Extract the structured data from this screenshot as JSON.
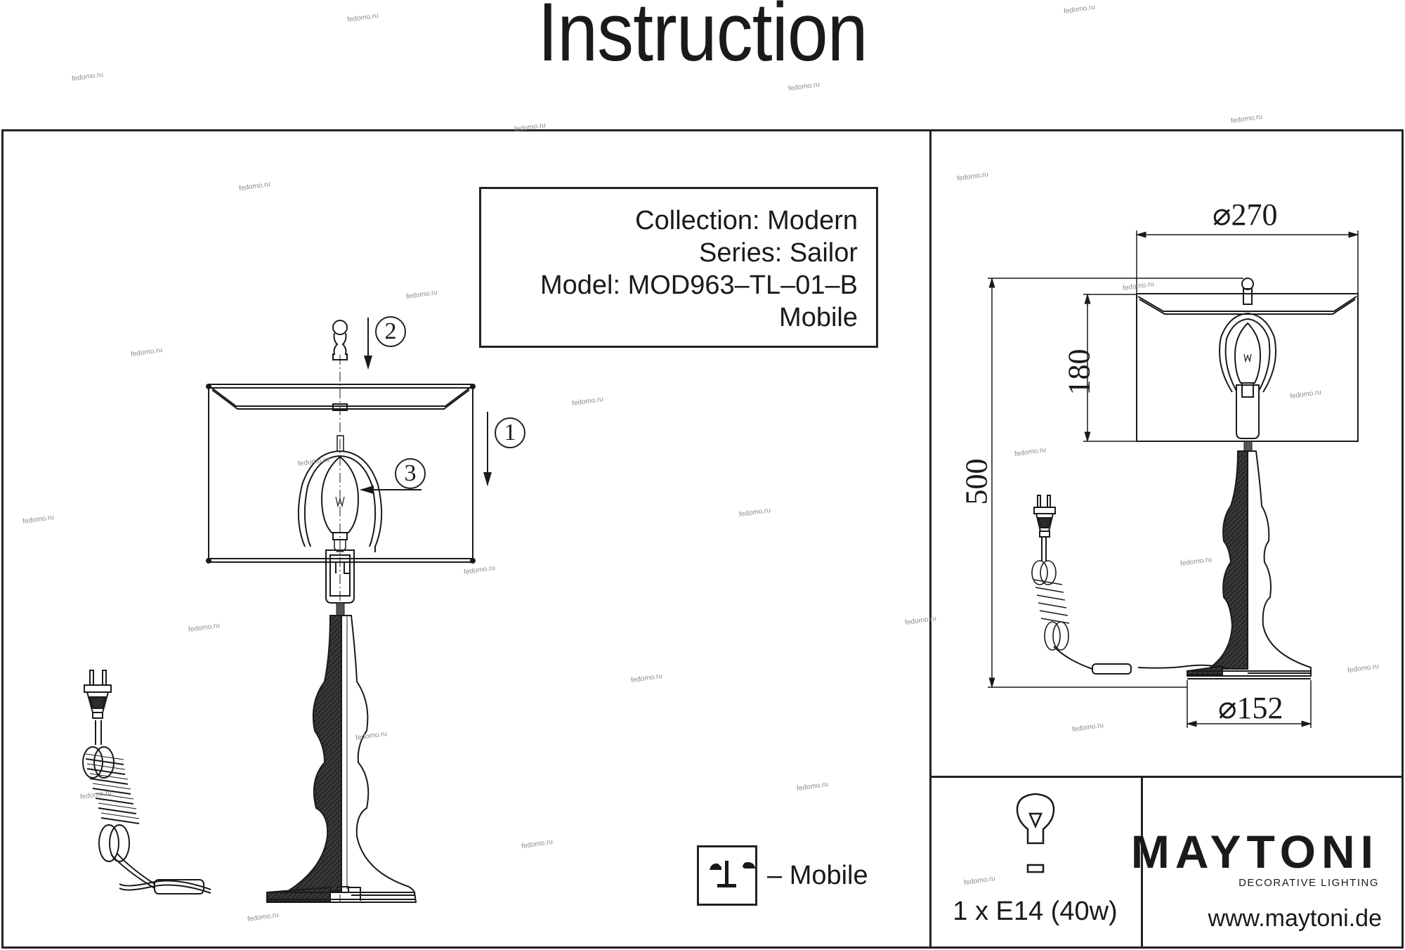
{
  "document": {
    "title": "Instruction"
  },
  "product_info": {
    "collection": "Collection: Modern",
    "series": "Series: Sailor",
    "model": "Model: MOD963–TL–01–B",
    "feature": "Mobile"
  },
  "assembly_steps": [
    {
      "number": "1",
      "icon": "arrow-down-icon"
    },
    {
      "number": "2",
      "icon": "arrow-down-icon"
    },
    {
      "number": "3",
      "icon": "arrow-left-icon"
    }
  ],
  "legend": {
    "icon": "mobile-lamp-icon",
    "label": "– Mobile"
  },
  "dimensions": {
    "shade_diameter": "⌀270",
    "shade_height": "180",
    "total_height": "500",
    "base_diameter": "⌀152"
  },
  "bulb": {
    "icon": "lightbulb-icon",
    "spec": "1 x E14 (40w)"
  },
  "brand": {
    "logo": "MAYTONI",
    "tagline": "DECORATIVE LIGHTING",
    "website": "www.maytoni.de"
  },
  "watermark": "fedomo.ru",
  "colors": {
    "ink": "#1a1a1a",
    "watermark": "#8c8c8c",
    "paper": "#ffffff"
  }
}
